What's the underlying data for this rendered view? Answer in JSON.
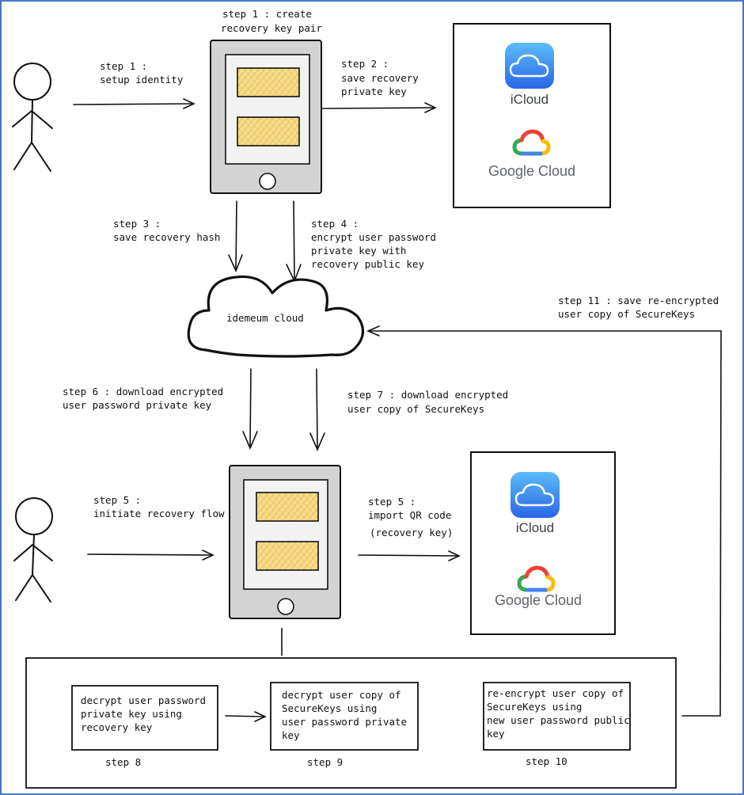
{
  "labels": {
    "step1_create": [
      "step 1 : create",
      "recovery key pair"
    ],
    "step1_identity": [
      "step 1 :",
      "setup identity"
    ],
    "step2": [
      "step 2 :",
      "save recovery",
      "private key"
    ],
    "step3": [
      "step 3 :",
      "save recovery hash"
    ],
    "step4": [
      "step 4 :",
      "encrypt user password",
      "private key with",
      "recovery public key"
    ],
    "cloud": "idemeum cloud",
    "step11": [
      "step 11 : save re-encrypted",
      "user copy of SecureKeys"
    ],
    "step6": [
      "step 6 : download encrypted",
      "user password private key"
    ],
    "step7": [
      "step 7 : download encrypted",
      "user copy of SecureKeys"
    ],
    "step5_initiate": [
      "step 5 :",
      "initiate recovery flow"
    ],
    "step5_import": [
      "step 5 :",
      "import QR code",
      "(recovery key)"
    ],
    "box8": [
      "decrypt user password",
      "private key using",
      "recovery key"
    ],
    "box9": [
      "decrypt user copy of",
      "SecureKeys using",
      "user password private",
      "key"
    ],
    "box10": [
      "re-encrypt user copy of",
      "SecureKeys using",
      "new user password public",
      "key"
    ],
    "step8": "step 8",
    "step9": "step 9",
    "step10": "step 10"
  },
  "storage": {
    "icloud_label": "iCloud",
    "google_label": "Google Cloud"
  },
  "colors": {
    "border": "#4a78c8",
    "device_fill": "#d3d3d3",
    "screen_fill": "#f2f2f2",
    "key_fill": "#f6dc8a",
    "icloud_top": "#4fb1f5",
    "icloud_bottom": "#2563eb",
    "google_red": "#ea4335",
    "google_yellow": "#fbbc05",
    "google_green": "#34a853",
    "google_blue": "#4285f4"
  }
}
